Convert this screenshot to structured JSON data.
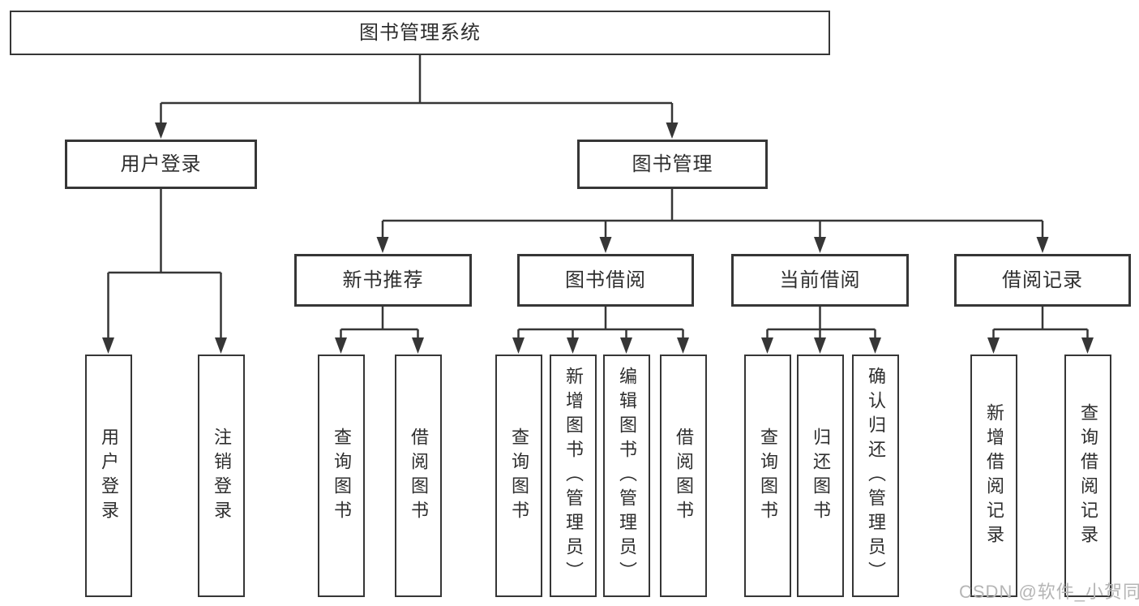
{
  "diagram": {
    "root_label": "图书管理系统",
    "branches": [
      {
        "label": "用户登录",
        "children": [
          "用户登录",
          "注销登录"
        ]
      },
      {
        "label": "图书管理",
        "groups": [
          {
            "label": "新书推荐",
            "children": [
              "查询图书",
              "借阅图书"
            ]
          },
          {
            "label": "图书借阅",
            "children": [
              "查询图书",
              "新增图书（管理员）",
              "编辑图书（管理员）",
              "借阅图书"
            ]
          },
          {
            "label": "当前借阅",
            "children": [
              "查询图书",
              "归还图书",
              "确认归还（管理员）"
            ]
          },
          {
            "label": "借阅记录",
            "children": [
              "新增借阅记录",
              "查询借阅记录"
            ]
          }
        ]
      }
    ],
    "watermark": "CSDN @软件_小贺同学",
    "colors": {
      "line": "#363636",
      "box_border": "#363636",
      "box_background": "#ffffff",
      "text": "#2e2e2e",
      "watermark": "#b5b5b5",
      "page_background": "#ffffff"
    }
  }
}
